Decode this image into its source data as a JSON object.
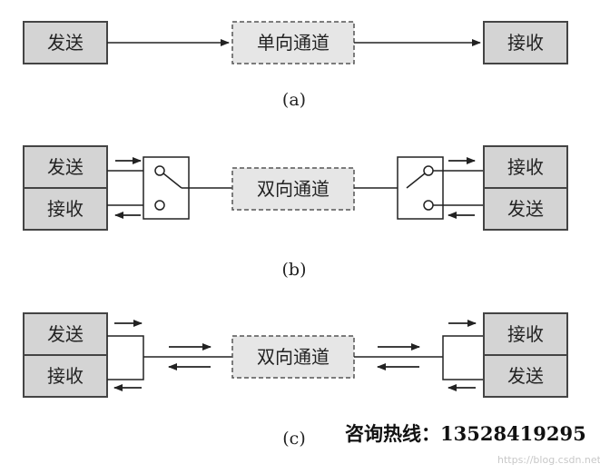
{
  "panel_a": {
    "send": "发送",
    "channel": "单向通道",
    "receive": "接收",
    "caption": "(a)"
  },
  "panel_b": {
    "left_send": "发送",
    "left_receive": "接收",
    "channel": "双向通道",
    "right_receive": "接收",
    "right_send": "发送",
    "caption": "(b)"
  },
  "panel_c": {
    "left_send": "发送",
    "left_receive": "接收",
    "channel": "双向通道",
    "right_receive": "接收",
    "right_send": "发送",
    "caption": "(c)"
  },
  "hotline": "咨询热线：13528419295",
  "watermark": "https://blog.csdn.net",
  "colors": {
    "box_fill": "#d4d4d4",
    "box_stroke": "#444444",
    "line": "#222222"
  }
}
